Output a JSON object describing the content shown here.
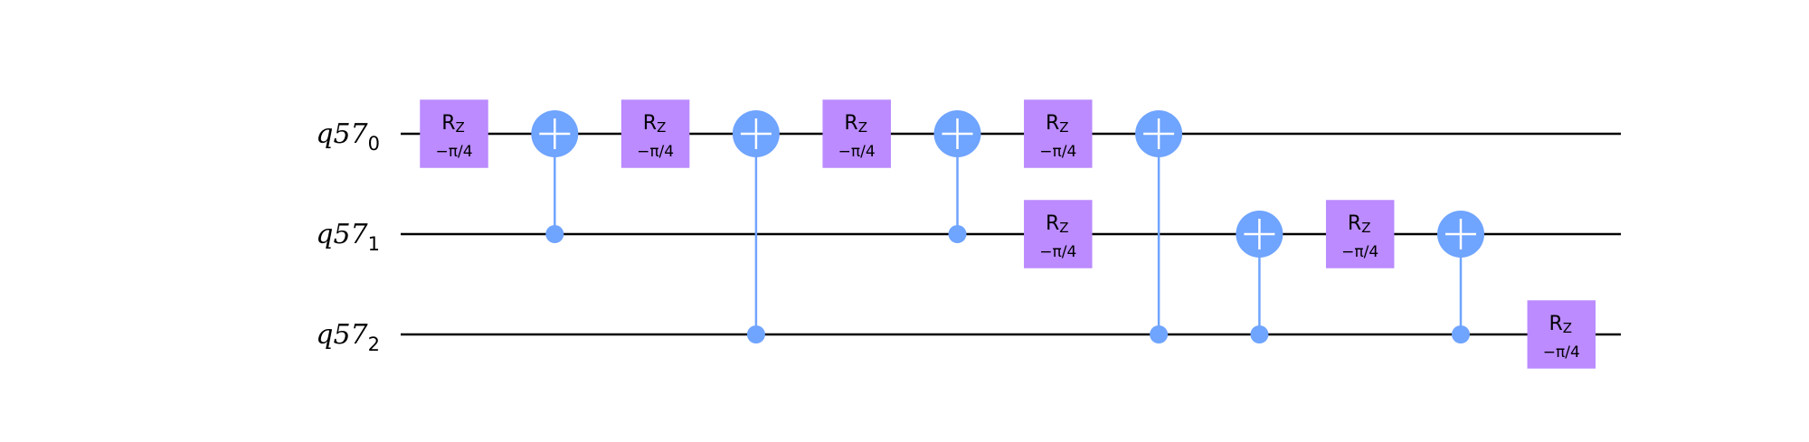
{
  "qubits": [
    {
      "name": "q57",
      "index": "0"
    },
    {
      "name": "q57",
      "index": "1"
    },
    {
      "name": "q57",
      "index": "2"
    }
  ],
  "colors": {
    "wire": "#000000",
    "rz_gate": "#bb8bff",
    "cnot": "#6fa4ff",
    "cnot_plus": "#ffffff"
  },
  "gate_text": {
    "rz_name": "R",
    "rz_sub": "Z",
    "rz_param": "−π/4"
  },
  "operations": [
    {
      "type": "rz",
      "qubit": 0,
      "column": 0
    },
    {
      "type": "cx",
      "control": 1,
      "target": 0,
      "column": 1
    },
    {
      "type": "rz",
      "qubit": 0,
      "column": 2
    },
    {
      "type": "cx",
      "control": 2,
      "target": 0,
      "column": 3
    },
    {
      "type": "rz",
      "qubit": 0,
      "column": 4
    },
    {
      "type": "cx",
      "control": 1,
      "target": 0,
      "column": 5
    },
    {
      "type": "rz",
      "qubit": 0,
      "column": 6
    },
    {
      "type": "rz",
      "qubit": 1,
      "column": 6
    },
    {
      "type": "cx",
      "control": 2,
      "target": 0,
      "column": 7
    },
    {
      "type": "cx",
      "control": 2,
      "target": 1,
      "column": 8
    },
    {
      "type": "rz",
      "qubit": 1,
      "column": 9
    },
    {
      "type": "cx",
      "control": 2,
      "target": 1,
      "column": 10
    },
    {
      "type": "rz",
      "qubit": 2,
      "column": 11
    }
  ]
}
